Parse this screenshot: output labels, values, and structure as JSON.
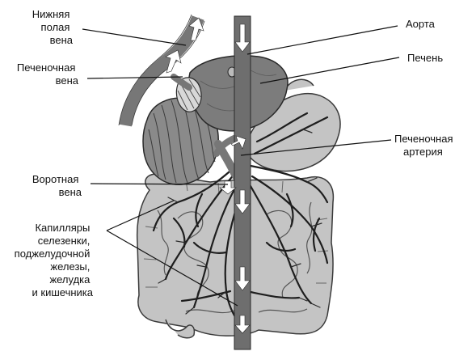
{
  "labels": {
    "ivc": [
      "Нижняя",
      "полая",
      "вена"
    ],
    "hepatic_vein": [
      "Печеночная",
      "вена"
    ],
    "portal_vein": [
      "Воротная",
      "вена"
    ],
    "capillaries": [
      "Капилляры",
      "селезенки,",
      "поджелудочной",
      "железы,",
      "желудка",
      "и кишечника"
    ],
    "aorta": [
      "Аорта"
    ],
    "liver": [
      "Печень"
    ],
    "hepatic_artery": [
      "Печеночная",
      "артерия"
    ]
  },
  "colors": {
    "organ_fill": "#c4c4c4",
    "organ_stroke": "#3a3a3a",
    "liver_fill": "#7c7c7c",
    "vessel": "#777777",
    "capillary": "#1e1e1e",
    "arrow": "#ffffff",
    "label_text": "#111111",
    "leader_line": "#111111"
  }
}
